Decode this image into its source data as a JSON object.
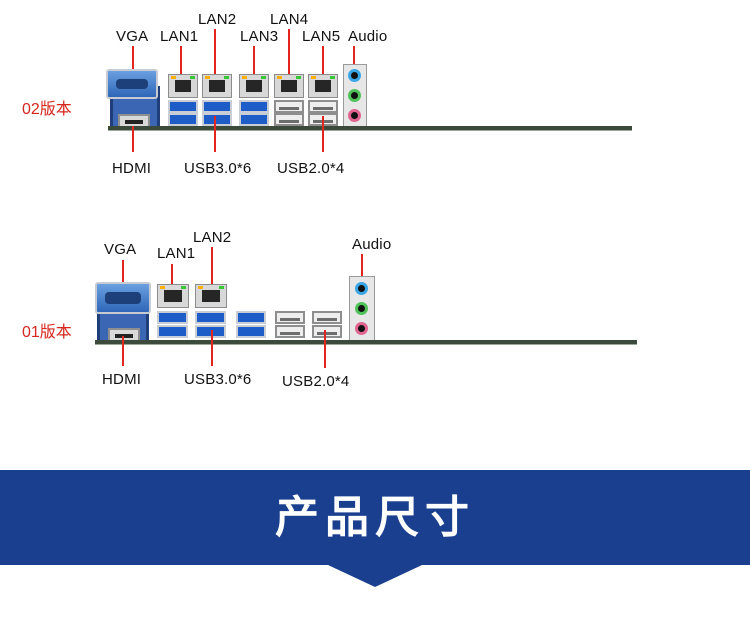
{
  "sections": [
    {
      "version": "02版本",
      "labels": {
        "vga": "VGA",
        "lan1": "LAN1",
        "lan2": "LAN2",
        "lan3": "LAN3",
        "lan4": "LAN4",
        "lan5": "LAN5",
        "audio": "Audio",
        "hdmi": "HDMI",
        "usb3": "USB3.0*6",
        "usb2": "USB2.0*4"
      }
    },
    {
      "version": "01版本",
      "labels": {
        "vga": "VGA",
        "lan1": "LAN1",
        "lan2": "LAN2",
        "audio": "Audio",
        "hdmi": "HDMI",
        "usb3": "USB3.0*6",
        "usb2": "USB2.0*4"
      }
    }
  ],
  "banner": {
    "title": "产品尺寸"
  },
  "colors": {
    "accent_red": "#e0261e",
    "banner_blue": "#1a3f8f",
    "version_text": "#d6261e"
  }
}
